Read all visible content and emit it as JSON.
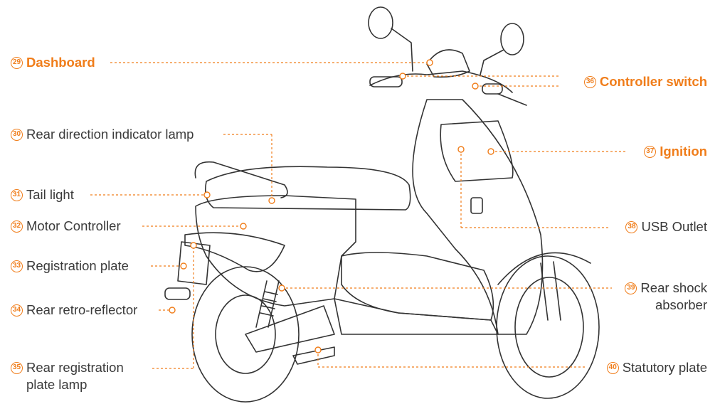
{
  "accent_color": "#f07d1a",
  "labels": [
    {
      "num": "29",
      "text": "Dashboard",
      "bold": true
    },
    {
      "num": "30",
      "text": "Rear direction indicator lamp",
      "bold": false
    },
    {
      "num": "31",
      "text": "Tail light",
      "bold": false
    },
    {
      "num": "32",
      "text": "Motor Controller",
      "bold": false
    },
    {
      "num": "33",
      "text": "Registration plate",
      "bold": false
    },
    {
      "num": "34",
      "text": "Rear retro-reflector",
      "bold": false
    },
    {
      "num": "35",
      "text": "Rear registration",
      "text2": "plate lamp",
      "bold": false
    },
    {
      "num": "36",
      "text": "Controller switch",
      "bold": true
    },
    {
      "num": "37",
      "text": "Ignition",
      "bold": true
    },
    {
      "num": "38",
      "text": "USB Outlet",
      "bold": false
    },
    {
      "num": "39",
      "text": "Rear shock",
      "text2": "absorber",
      "bold": false
    },
    {
      "num": "40",
      "text": "Statutory plate",
      "bold": false
    }
  ]
}
